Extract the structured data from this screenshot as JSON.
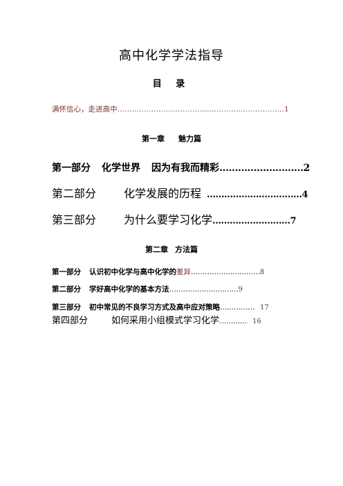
{
  "document": {
    "title": "高中化学学法指导",
    "toc_heading": "目 录"
  },
  "intro": {
    "label": "满怀信心，走进高中",
    "leader": "……………………………………………………………",
    "page": "1"
  },
  "chapters": [
    {
      "number": "第一章",
      "name": "魅力篇",
      "entries": [
        {
          "part": "第一部分",
          "sub1": "化学世界",
          "sub2": "因为有我而精彩",
          "leader": "………………………",
          "page": "2"
        },
        {
          "part": "第二部分",
          "sub1": "化学发展的历程",
          "leader": "……………………………",
          "page": "4"
        },
        {
          "part": "第三部分",
          "sub1": "为什么要学习化学",
          "leader": "………………………",
          "page": "7"
        }
      ]
    },
    {
      "number": "第二章",
      "name": "方法篇",
      "entries": [
        {
          "part": "第一部分",
          "sub1": "认识初中化学与高中化学的",
          "tail": "差异",
          "leader": "…………………………",
          "page": "8"
        },
        {
          "part": "第二部分",
          "sub1": "学好高中化学的基本方法",
          "leader": "…………………………",
          "page": "9"
        },
        {
          "part": "第三部分",
          "sub1": "初中常见的不良学习方式及高中应对策略",
          "leader": "……………",
          "page": "17"
        },
        {
          "part": "第四部分",
          "sub1": "如何采用小组模式学习化学",
          "leader": "…………",
          "page": "16"
        }
      ]
    }
  ]
}
